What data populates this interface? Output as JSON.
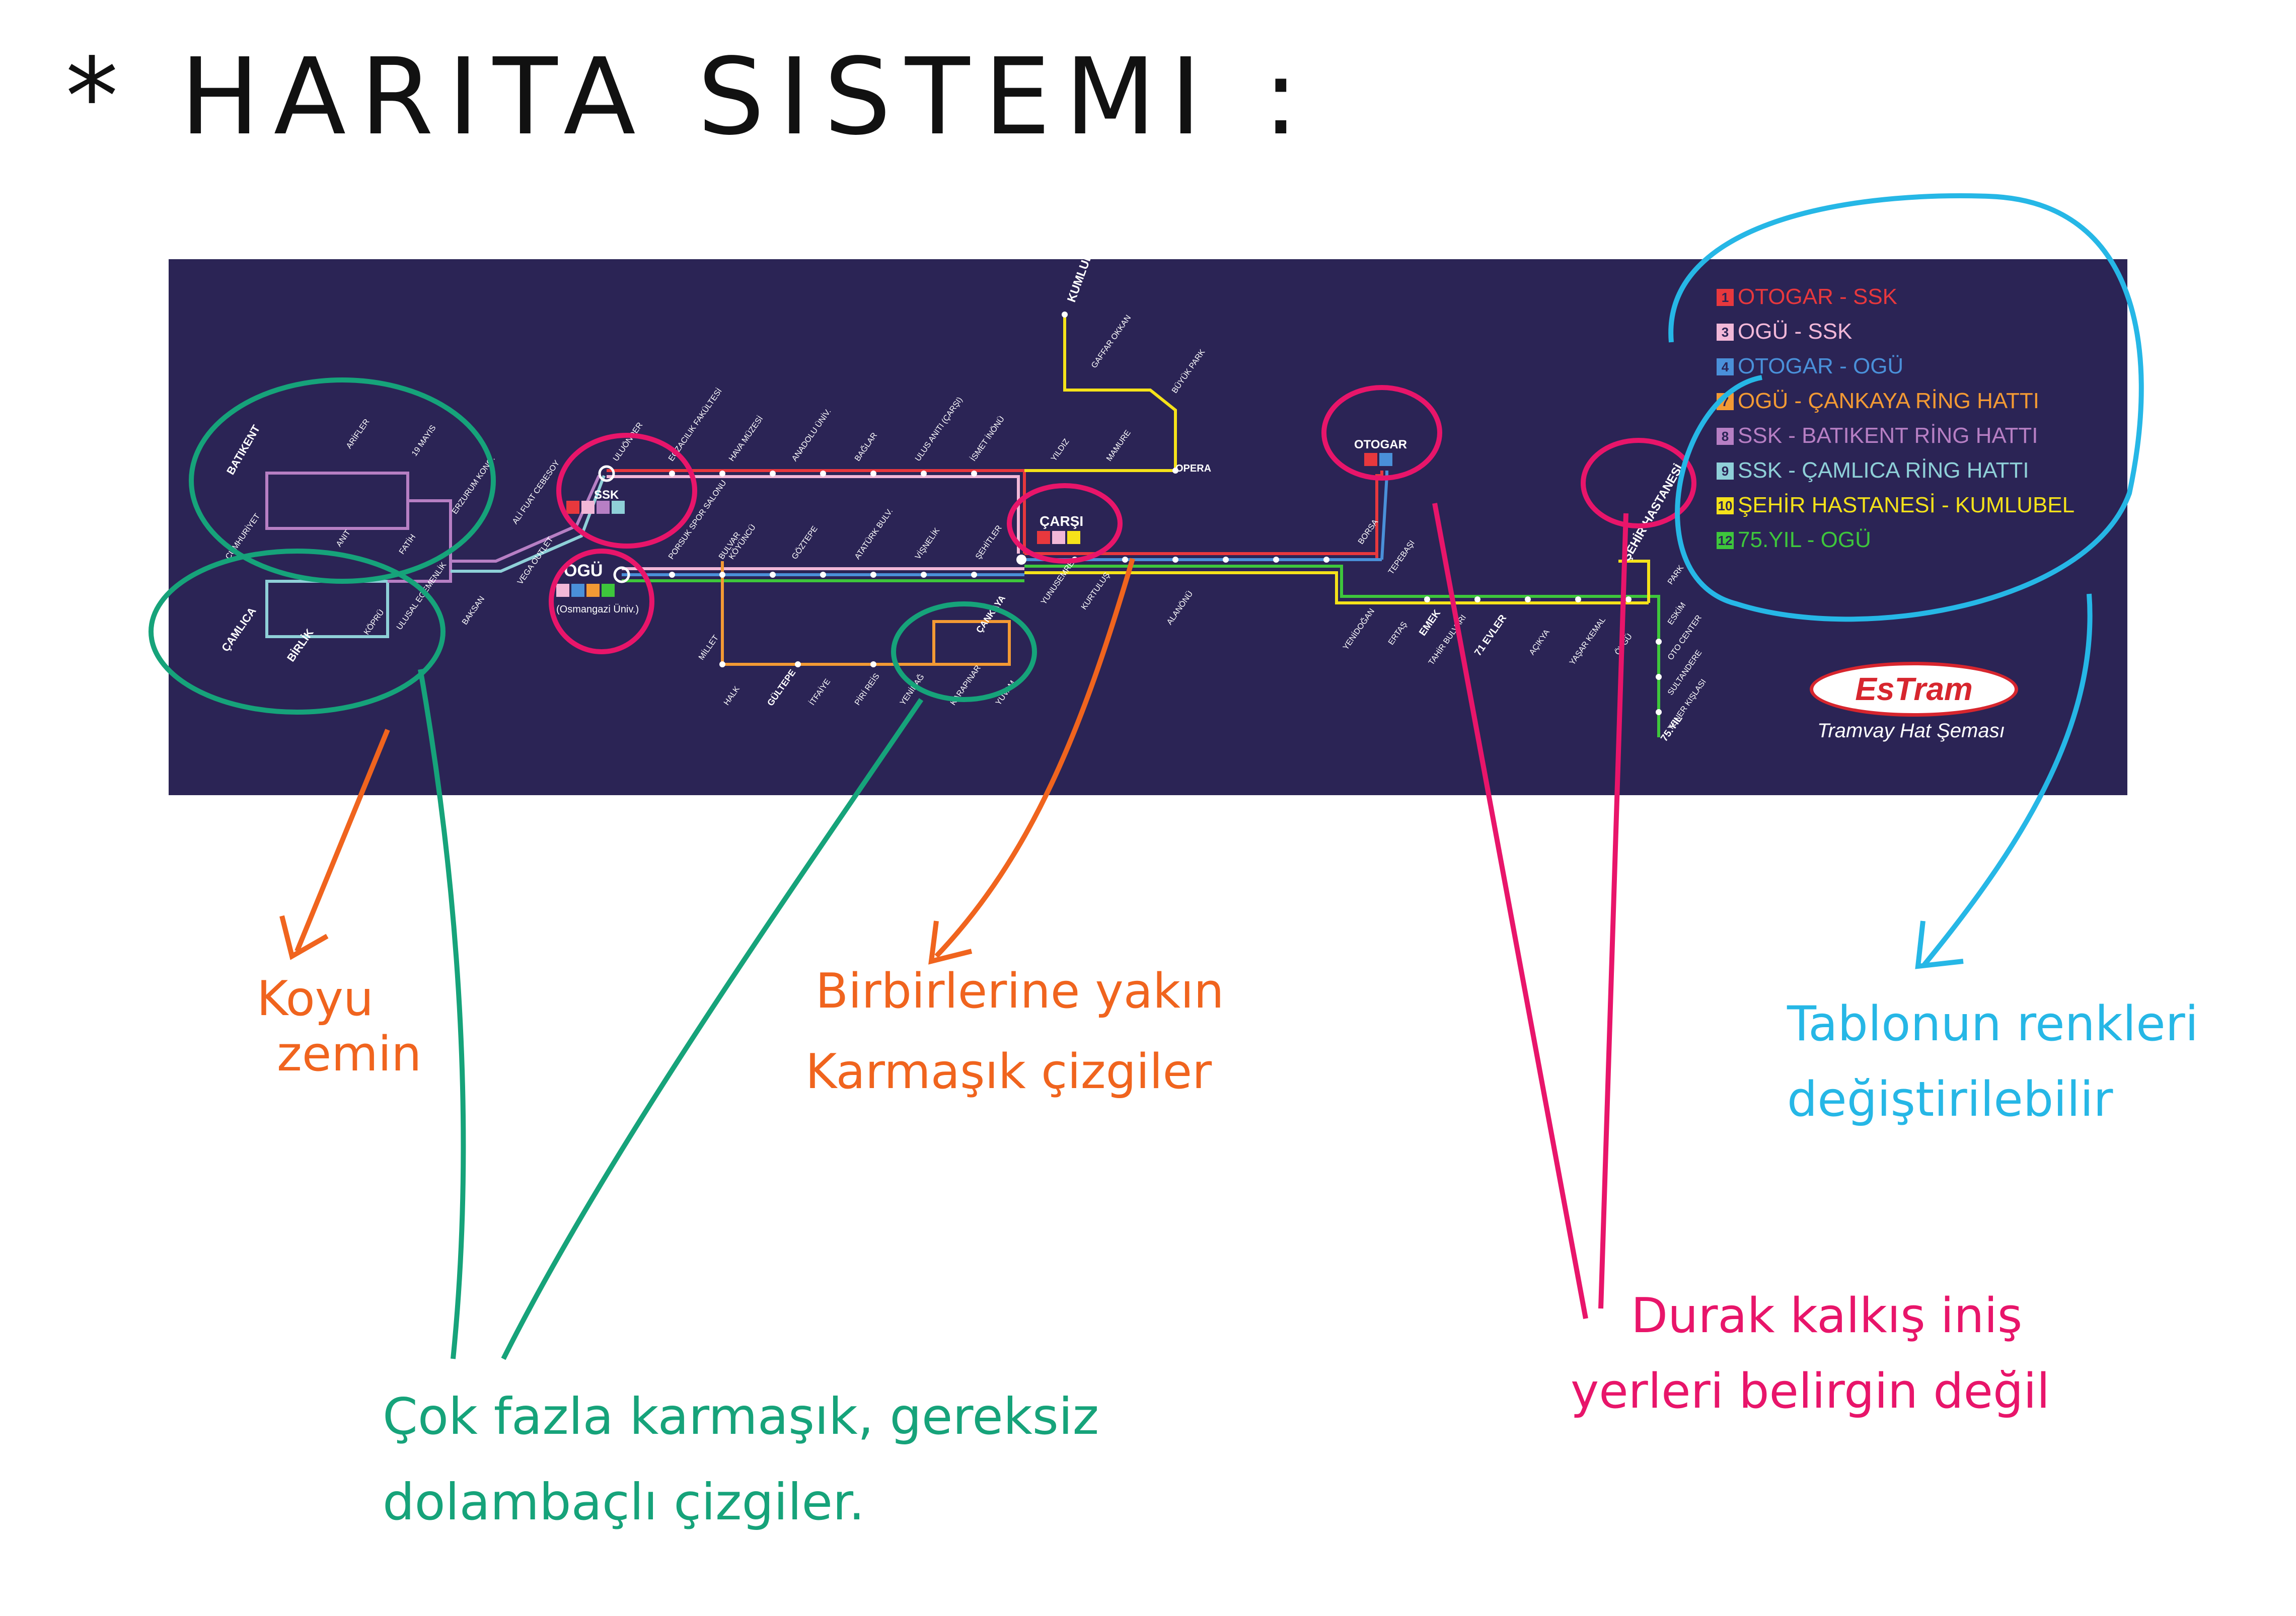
{
  "title": "* HARITA SISTEMI :",
  "map": {
    "background": "#2b2455",
    "brand": {
      "logo": "EsTram",
      "subtitle": "Tramvay Hat Şeması"
    },
    "legend": [
      {
        "num": "1",
        "label": "OTOGAR - SSK",
        "color": "#e8383d"
      },
      {
        "num": "3",
        "label": "OGÜ - SSK",
        "color": "#f2b8d8"
      },
      {
        "num": "4",
        "label": "OTOGAR - OGÜ",
        "color": "#4a90d9"
      },
      {
        "num": "7",
        "label": "OGÜ - ÇANKAYA RİNG HATTI",
        "color": "#f39a34"
      },
      {
        "num": "8",
        "label": "SSK - BATIKENT RİNG HATTI",
        "color": "#b77fc4"
      },
      {
        "num": "9",
        "label": "SSK - ÇAMLICA RİNG HATTI",
        "color": "#8fd0d8"
      },
      {
        "num": "10",
        "label": "ŞEHİR HASTANESİ - KUMLUBEL",
        "color": "#f5e21a"
      },
      {
        "num": "12",
        "label": "75.YIL - OGÜ",
        "color": "#3ec63c"
      }
    ],
    "major_stations": {
      "ssk": "SSK",
      "ogu": "OGÜ",
      "ogu_sub": "(Osmangazi Üniv.)",
      "carsi": "ÇARŞI",
      "otogar": "OTOGAR",
      "sehir_hastanesi": "ŞEHİR HASTANESİ",
      "kumlubel": "KUMLUBEL",
      "batikent": "BATIKENT",
      "camlica": "ÇAMLICA",
      "birlik": "BİRLİK",
      "opera": "OPERA",
      "emek": "EMEK",
      "yetmis_bes_yil": "75.YIL",
      "cankaya": "ÇANKAYA",
      "gultepe": "GÜLTEPE",
      "yetmis_bir_evler": "71 EVLER"
    },
    "stations": {
      "arifler": "ARİFLER",
      "mayis19": "19 MAYIS",
      "cumhuriyet": "CUMHURİYET",
      "anit": "ANIT",
      "fatih": "FATİH",
      "erzurum_kong": "ERZURUM KONG.",
      "ali_fuat": "ALİ FUAT CEBESOY",
      "vega": "VEGA OUTLET",
      "baksan": "BAKSAN",
      "uluonder": "ULUÖNDER",
      "eczacilik": "ECZACILIK FAKÜLTESİ",
      "hava_muzesi": "HAVA MÜZESİ",
      "anadolu": "ANADOLU ÜNİV.",
      "baglar": "BAĞLAR",
      "ulus_aniti": "ULUS ANITI (ÇARŞI)",
      "ismet_inonu": "İSMET İNÖNÜ",
      "yildiz": "YILDIZ",
      "mamure": "MAMURE",
      "gaffar_okkan": "GAFFAR OKKAN",
      "buyuk_park": "BÜYÜK PARK",
      "sehitler": "ŞEHİTLER",
      "kurtulus": "KURTULUŞ",
      "vişnelik": "VİŞNELİK",
      "ataturk_bulv": "ATATÜRK BULV.",
      "gultepe2": "GÜLTEPE",
      "koyuncu": "KÖYÜNCÜ",
      "porsuk": "PORSUK SPOR SALONU",
      "bulvar": "BULVAR",
      "millet": "MİLLET",
      "halk": "HALK",
      "itfaiye": "İTFAİYE",
      "piri_reis": "PİRİ REİS",
      "yenibag": "YENİBAĞ",
      "karapinar": "KARAPINAR",
      "yuvam": "YUVAM",
      "alanonu": "ALANÖNÜ",
      "borsa": "BORSA",
      "tepebasi": "TEPEBAŞI",
      "yenidogan": "YENİDOĞAN",
      "ertas": "ERTAŞ",
      "tahir_bulvari": "TAHİR BULVARI",
      "acikya": "AÇIKYA",
      "yasar_kemal": "YAŞAR KEMAL",
      "ovgu": "ÖVGÜ",
      "park": "PARK",
      "eskim": "ESKİM",
      "oto_center": "OTO CENTER",
      "sultandere": "SULTANDERE",
      "yener_kislasi": "YENER KIŞLASI",
      "yunusemre": "YUNUSEMRE",
      "kopru": "KÖPRÜ",
      "ulusal_egemenlik": "ULUSAL EGEMENLİK",
      "goztepe": "GÖZTEPE"
    }
  },
  "annotations": {
    "koyu_zemin": [
      "Koyu",
      "zemin"
    ],
    "birbirlerine": [
      "Birbirlerine yakın",
      "Karmaşık çizgiler"
    ],
    "tablo": [
      "Tablonun renkleri",
      "değiştirilebilir"
    ],
    "durak": [
      "Durak kalkış iniş",
      "yerleri belirgin değil"
    ],
    "cok_fazla": [
      "Çok fazla karmaşık, gereksiz",
      "dolambaçlı çizgiler."
    ]
  },
  "annotation_colors": {
    "orange": "#f0641e",
    "green": "#16a37a",
    "pink": "#e8156a",
    "cyan": "#26b7e6"
  }
}
